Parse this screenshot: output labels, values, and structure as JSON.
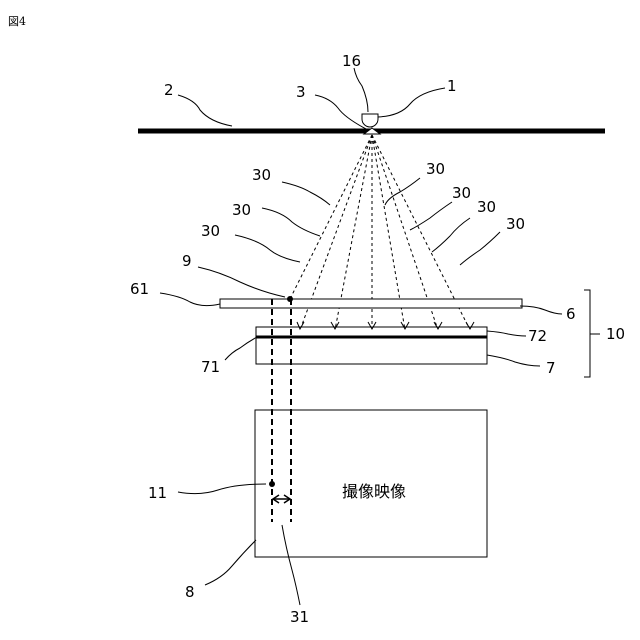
{
  "figure": {
    "title": "図4",
    "image_text": "撮像映像"
  },
  "labels": {
    "1": "1",
    "2": "2",
    "3": "3",
    "16": "16",
    "30": "30",
    "9": "9",
    "61": "61",
    "6": "6",
    "72": "72",
    "10": "10",
    "71": "71",
    "7": "7",
    "11": "11",
    "8": "8",
    "31": "31"
  }
}
